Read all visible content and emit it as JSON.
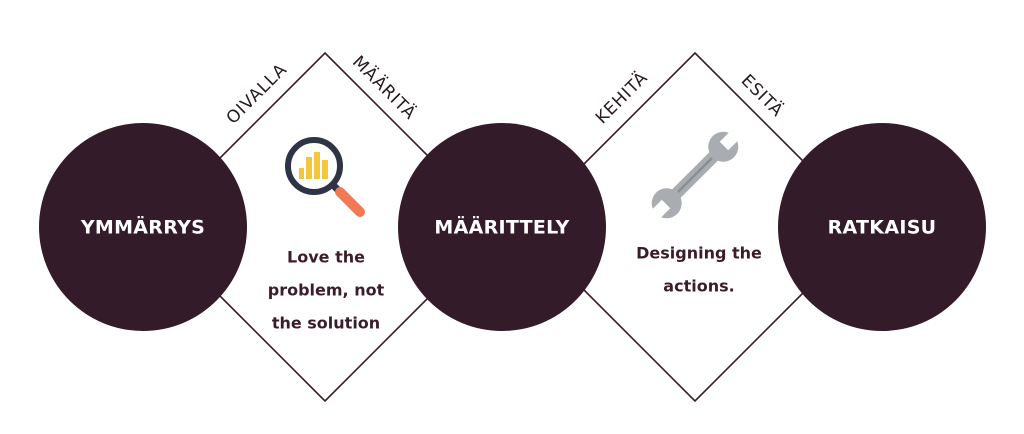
{
  "stages": [
    {
      "label": "YMMÄRRYS"
    },
    {
      "label": "MÄÄRITTELY"
    },
    {
      "label": "RATKAISU"
    }
  ],
  "edges": {
    "left_up": "OIVALLA",
    "left_down": "MÄÄRITÄ",
    "right_up": "KEHITÄ",
    "right_down": "ESITÄ"
  },
  "diamonds": [
    {
      "icon": "magnifying-glass-chart-icon",
      "caption": [
        "Love the",
        "problem, not",
        "the solution"
      ]
    },
    {
      "icon": "wrench-icon",
      "caption": [
        "Designing the",
        "actions."
      ]
    }
  ],
  "colors": {
    "circle_fill": "#341b29",
    "outline": "#3a1c2a",
    "text_dark": "#3a1c2a",
    "chart_yellow": "#f5c53a",
    "handle_orange": "#ef7a55",
    "wrench_gray": "#a9adb2"
  }
}
